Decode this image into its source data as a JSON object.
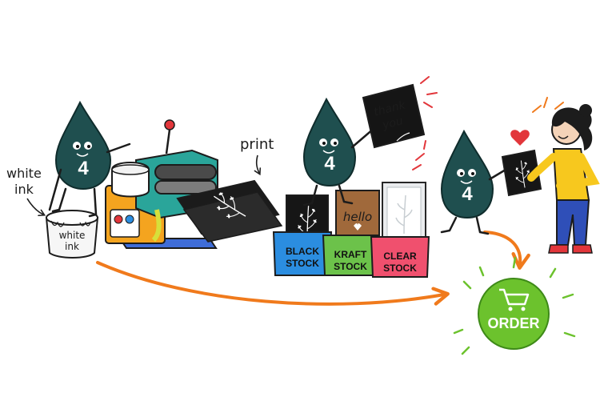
{
  "labels": {
    "white_ink_note": [
      "white",
      "ink"
    ],
    "bucket_label": [
      "white",
      "ink"
    ],
    "print_note": "print",
    "card_message": [
      "thank",
      "you"
    ],
    "kraft_card_text": "hello",
    "drop_number": "4",
    "order_button": "ORDER"
  },
  "stock_boxes": [
    {
      "lines": [
        "BLACK",
        "STOCK"
      ],
      "color": "#2b8de0"
    },
    {
      "lines": [
        "KRAFT",
        "STOCK"
      ],
      "color": "#6cc24a"
    },
    {
      "lines": [
        "CLEAR",
        "STOCK"
      ],
      "color": "#f0506e"
    }
  ],
  "colors": {
    "drop": "#1f4f4f",
    "flow_arrow": "#f07a1c",
    "order_green": "#6cc22d",
    "accent_red": "#e2363b",
    "printer_teal": "#2aa59a",
    "printer_orange": "#f4a41f",
    "girl_shirt": "#f7c81e",
    "girl_pants": "#2f4fb8"
  },
  "icons": [
    "ink-drop-mascot-icon",
    "paint-bucket-icon",
    "printing-press-icon",
    "cart-icon",
    "heart-icon",
    "leaf-sprig-icon"
  ]
}
